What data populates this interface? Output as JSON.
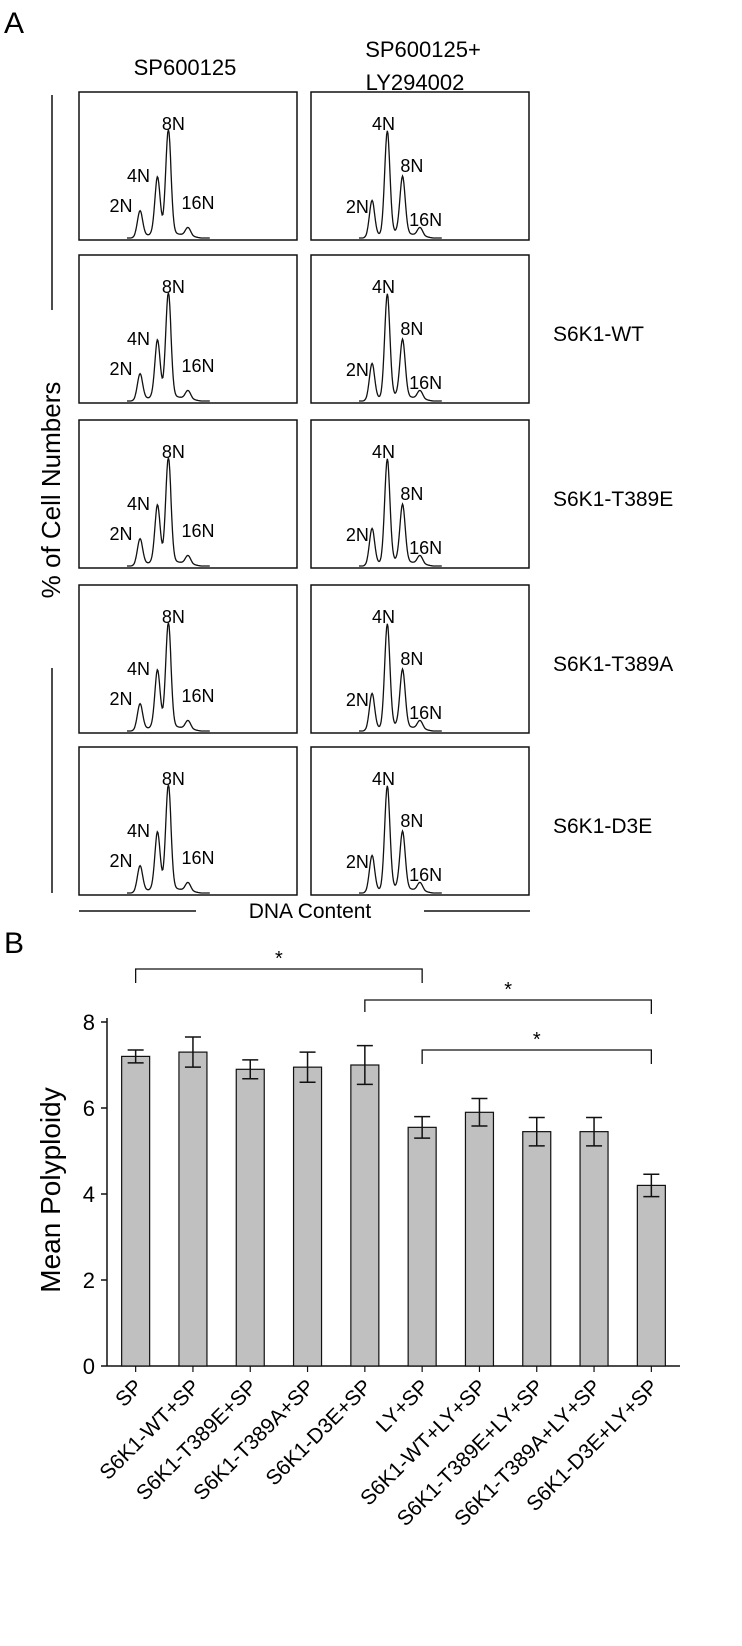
{
  "panel_a": {
    "label": "A",
    "column_headers": [
      {
        "lines": [
          "SP600125"
        ]
      },
      {
        "lines": [
          "SP600125+",
          "LY294002"
        ]
      }
    ],
    "row_labels": [
      "",
      "S6K1-WT",
      "S6K1-T389E",
      "S6K1-T389A",
      "S6K1-D3E"
    ],
    "y_axis_label": "% of Cell Numbers",
    "x_axis_label": "DNA Content",
    "peak_labels": [
      "2N",
      "4N",
      "8N",
      "16N"
    ]
  },
  "panel_b": {
    "label": "B"
  },
  "chart_data": [
    {
      "type": "bar",
      "ylabel": "Mean Polyploidy",
      "xlabel": "",
      "ylim": [
        0,
        8
      ],
      "yticks": [
        0,
        2,
        4,
        6,
        8
      ],
      "grid": false,
      "bar_color": "#c0c0c0",
      "categories": [
        "SP",
        "S6K1-WT+SP",
        "S6K1-T389E+SP",
        "S6K1-T389A+SP",
        "S6K1-D3E+SP",
        "LY+SP",
        "S6K1-WT+LY+SP",
        "S6K1-T389E+LY+SP",
        "S6K1-T389A+LY+SP",
        "S6K1-D3E+LY+SP"
      ],
      "values": [
        7.2,
        7.3,
        6.9,
        6.95,
        7.0,
        5.55,
        5.9,
        5.45,
        5.45,
        4.2
      ],
      "errors": [
        0.15,
        0.35,
        0.22,
        0.35,
        0.45,
        0.25,
        0.32,
        0.33,
        0.33,
        0.26
      ],
      "significance": [
        {
          "from": 0,
          "to": 5,
          "label": "*"
        },
        {
          "from": 4,
          "to": 9,
          "label": "*"
        },
        {
          "from": 5,
          "to": 9,
          "label": "*"
        }
      ]
    }
  ]
}
